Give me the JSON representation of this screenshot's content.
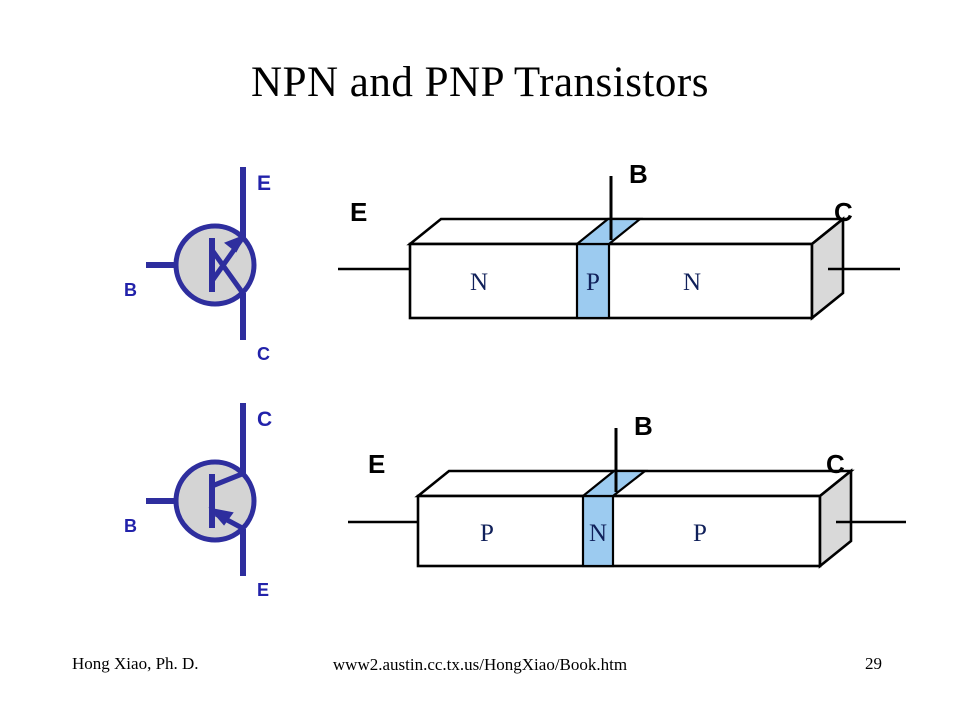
{
  "slide": {
    "title": "NPN and PNP Transistors",
    "page_number": "29",
    "background_color": "#ffffff"
  },
  "colors": {
    "symbol_stroke": "#2e2e9e",
    "symbol_fill": "#d4d4d4",
    "label_blue": "#2222aa",
    "doped_region_blue": "#9ccbf0",
    "box_face_gray": "#d9d9d9",
    "outline_black": "#000000",
    "region_text": "#10205a"
  },
  "figures": {
    "npn": {
      "name": "npn-transistor",
      "symbol": {
        "caption_terminals": [
          {
            "key": "emitter",
            "label": "E",
            "position": "top"
          },
          {
            "key": "base",
            "label": "B",
            "position": "left"
          },
          {
            "key": "collector",
            "label": "C",
            "position": "bottom"
          }
        ],
        "arrow_direction": "outward-to-emitter"
      },
      "block": {
        "terminal_labels": [
          {
            "key": "emitter",
            "label": "E",
            "position": "top-left"
          },
          {
            "key": "base",
            "label": "B",
            "position": "top-center"
          },
          {
            "key": "collector",
            "label": "C",
            "position": "top-right"
          }
        ],
        "regions": [
          {
            "label": "N",
            "doping": "n-type",
            "highlight": false
          },
          {
            "label": "P",
            "doping": "p-type",
            "highlight": true
          },
          {
            "label": "N",
            "doping": "n-type",
            "highlight": false
          }
        ]
      }
    },
    "pnp": {
      "name": "pnp-transistor",
      "symbol": {
        "caption_terminals": [
          {
            "key": "collector",
            "label": "C",
            "position": "top"
          },
          {
            "key": "base",
            "label": "B",
            "position": "left"
          },
          {
            "key": "emitter",
            "label": "E",
            "position": "bottom"
          }
        ],
        "arrow_direction": "inward-to-base"
      },
      "block": {
        "terminal_labels": [
          {
            "key": "emitter",
            "label": "E",
            "position": "top-left"
          },
          {
            "key": "base",
            "label": "B",
            "position": "top-center"
          },
          {
            "key": "collector",
            "label": "C",
            "position": "top-right"
          }
        ],
        "regions": [
          {
            "label": "P",
            "doping": "p-type",
            "highlight": false
          },
          {
            "label": "N",
            "doping": "n-type",
            "highlight": true
          },
          {
            "label": "P",
            "doping": "p-type",
            "highlight": false
          }
        ]
      }
    }
  },
  "footer": {
    "author": "Hong Xiao, Ph. D.",
    "url": "www2.austin.cc.tx.us/HongXiao/Book.htm",
    "page": "29"
  }
}
